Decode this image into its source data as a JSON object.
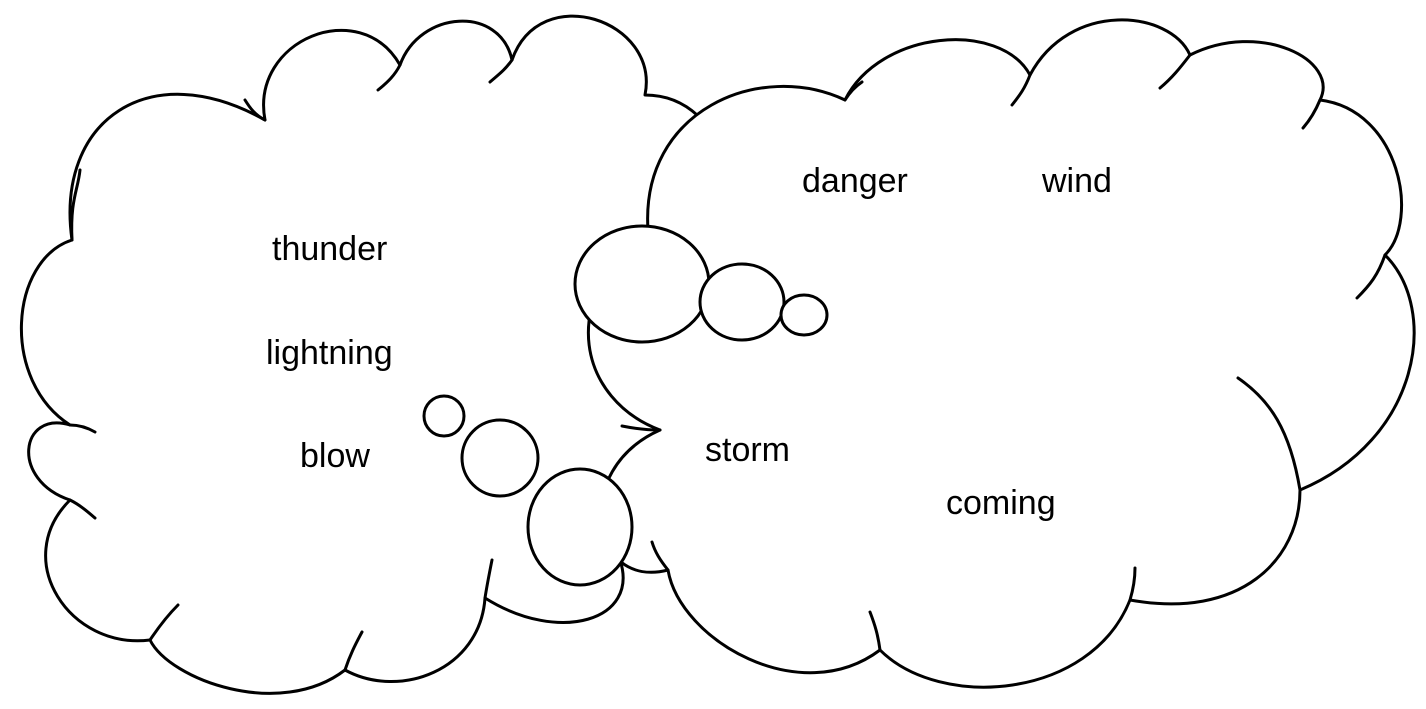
{
  "left_cloud": {
    "words": [
      "thunder",
      "lightning",
      "blow"
    ]
  },
  "right_cloud": {
    "words": [
      "danger",
      "wind",
      "storm",
      "coming"
    ]
  },
  "colors": {
    "outline": "#000000",
    "fill": "#ffffff",
    "text": "#000000"
  }
}
